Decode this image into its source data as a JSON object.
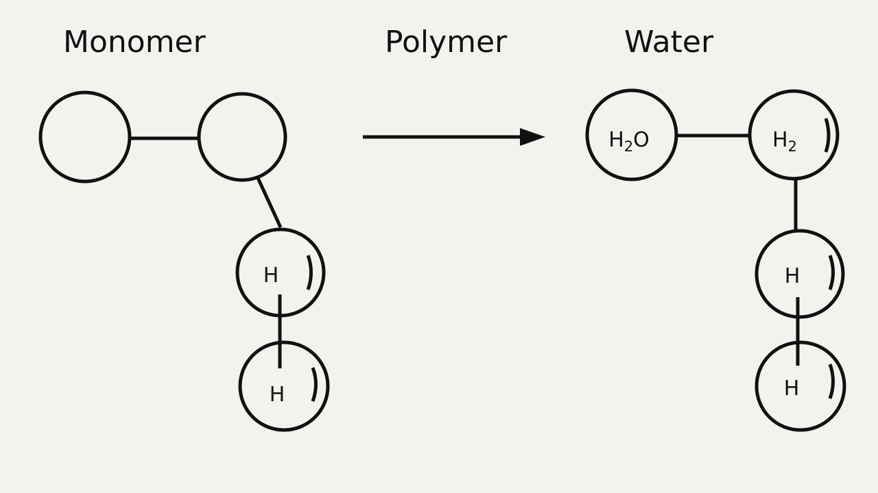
{
  "titles": {
    "monomer": "Monomer",
    "polymer": "Polymer",
    "water": "Water"
  },
  "left_structure": {
    "atoms": [
      {
        "label": ""
      },
      {
        "label": ""
      },
      {
        "label": "H"
      },
      {
        "label": "H"
      }
    ]
  },
  "right_structure": {
    "atoms": [
      {
        "label": "H",
        "subscript": "2",
        "suffix": "O"
      },
      {
        "label": "H",
        "subscript": "2",
        "suffix": ""
      },
      {
        "label": "H"
      },
      {
        "label": "H"
      }
    ]
  },
  "colors": {
    "background": "#f4f2ef",
    "ink": "#111111"
  }
}
